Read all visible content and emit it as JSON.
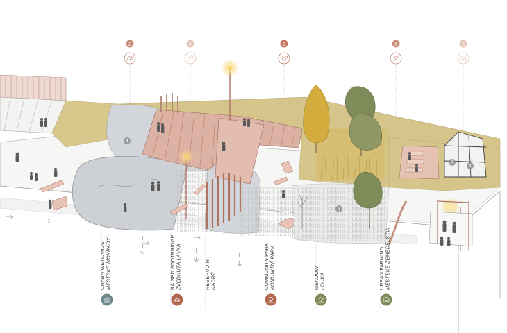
{
  "top_markers": [
    {
      "number": "2",
      "icon": "leaf-cluster-icon",
      "color": "#c98d7c"
    },
    {
      "number": "3",
      "icon": "footprints-icon",
      "color": "#e3c6b6"
    },
    {
      "number": "1",
      "icon": "bee-icon",
      "color": "#c47a5e"
    },
    {
      "number": "3",
      "icon": "leaf-icon",
      "color": "#c98d7c"
    },
    {
      "number": "2",
      "icon": "house-icon",
      "color": "#e3c6b6"
    }
  ],
  "zone_markers": [
    {
      "number": "4"
    },
    {
      "number": "3"
    },
    {
      "number": "2"
    },
    {
      "number": "4"
    }
  ],
  "bottom_labels": [
    {
      "en": "URABN WETLANDS",
      "cz": "MĚSTSKÉ MOKŘADY",
      "icon": "wetland-icon",
      "color": "#6f8a8a"
    },
    {
      "en": "RAISED FOOTBRIDGE",
      "cz": "ZVEDNUTÁ LÁVKA",
      "icon": "bridge-icon",
      "color": "#b0674e"
    },
    {
      "en": "RESERVOIR",
      "cz": "NÁDRŽ",
      "icon": "",
      "color": ""
    },
    {
      "en": "COMMUNITY PARK",
      "cz": "KOMUNITNÍ PARK",
      "icon": "park-icon",
      "color": "#b0674e"
    },
    {
      "en": "MEADOW",
      "cz": "LOUKA",
      "icon": "meadow-icon",
      "color": "#7f8a5a"
    },
    {
      "en": "URBAN FARMING",
      "cz": "MĚSTSKÉ ZEMĚDĚLSTVÍ",
      "icon": "farm-house-icon",
      "color": "#7f8a5a"
    }
  ]
}
